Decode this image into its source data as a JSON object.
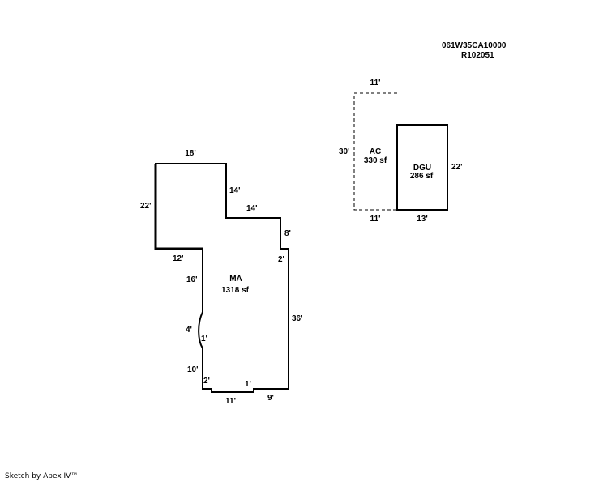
{
  "header": {
    "parcel_id": "061W35CA10000",
    "account_id": "R102051"
  },
  "areas": {
    "ma": {
      "name": "MA",
      "area": "1318 sf"
    },
    "ac": {
      "name": "AC",
      "area": "330 sf"
    },
    "dgu": {
      "name": "DGU",
      "area": "286 sf"
    }
  },
  "dimensions": {
    "ma": {
      "top": "18'",
      "left": "22'",
      "step_down": "14'",
      "step_right": "14'",
      "right_upper": "8'",
      "right_jog": "2'",
      "inner_top": "12'",
      "left_upper": "16'",
      "bump_span": "4'",
      "bump_depth": "1'",
      "left_lower": "10'",
      "notch_left": "2'",
      "notch_right": "1'",
      "bottom_mid": "11'",
      "bottom_right": "9'",
      "right_main": "36'"
    },
    "ac": {
      "top": "11'",
      "left": "30'",
      "bottom": "11'"
    },
    "dgu": {
      "right": "22'",
      "bottom": "13'"
    }
  },
  "footer": {
    "credit": "Sketch by Apex IV™"
  }
}
